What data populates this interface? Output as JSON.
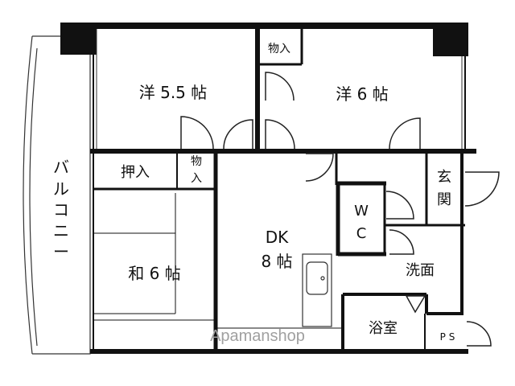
{
  "rooms": {
    "western_room_a": "洋 5.5 帖",
    "western_room_b": "洋 6 帖",
    "japanese_room": "和 6 帖",
    "dining_kitchen": [
      "DK",
      "8 帖"
    ],
    "closet_a": "物入",
    "closet_b_lines": [
      "物",
      "入"
    ],
    "oshiire": "押入",
    "entrance_lines": [
      "玄",
      "関"
    ],
    "wc_lines": [
      "W",
      "C"
    ],
    "washroom": "洗面",
    "bathroom": "浴室",
    "pipe_space": "P S",
    "balcony_lines": [
      "バ",
      "ル",
      "コ",
      "ニ",
      "ー"
    ]
  },
  "watermark": "Apamanshop",
  "colors": {
    "wall": "#111111",
    "line": "#333333",
    "watermark": "#a0a0a0"
  }
}
